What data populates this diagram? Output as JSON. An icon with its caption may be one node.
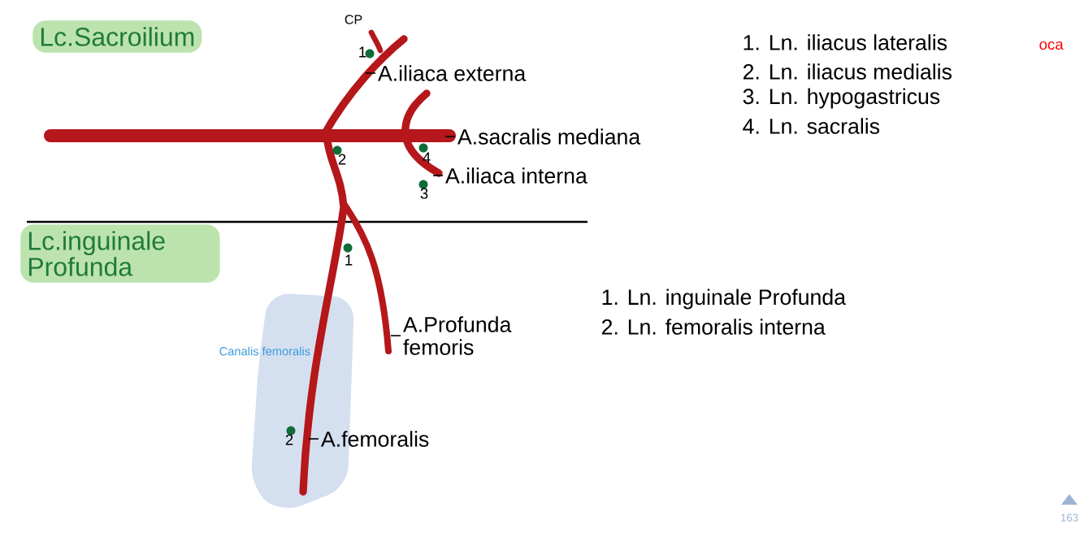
{
  "diagram": {
    "nodes": [
      {
        "text": [
          "Lc.Sacroilium"
        ]
      },
      {
        "text": [
          "A.iliaca externa"
        ]
      },
      {
        "text": [
          "A.sacralis mediana"
        ]
      },
      {
        "text": [
          "A.iliaca interna"
        ]
      },
      {
        "text": [
          "Lc.inguinale Profunda"
        ]
      },
      {
        "text": [
          "A.Profunda femoris"
        ]
      },
      {
        "text": [
          "A.femoralis"
        ]
      }
    ],
    "edges": [
      {
        "from": 1,
        "to": null,
        "arrow": "none"
      },
      {
        "from": 2,
        "to": null,
        "arrow": "none"
      },
      {
        "from": 3,
        "to": null,
        "arrow": "none"
      },
      {
        "from": 5,
        "to": null,
        "arrow": "none"
      },
      {
        "from": 6,
        "to": null,
        "arrow": "none"
      }
    ],
    "labels": [
      "CP",
      "1",
      "2",
      "4",
      "3",
      "1. Ln. iliacus lateralis",
      "oca",
      "2. Ln. iliacus medialis",
      "3. Ln. hypogastricus",
      "4. Ln. sacralis",
      "1",
      "Canalis femoralis",
      "2",
      "1. Ln. inguinale Profunda",
      "2. Ln. femoralis interna",
      "163"
    ]
  }
}
